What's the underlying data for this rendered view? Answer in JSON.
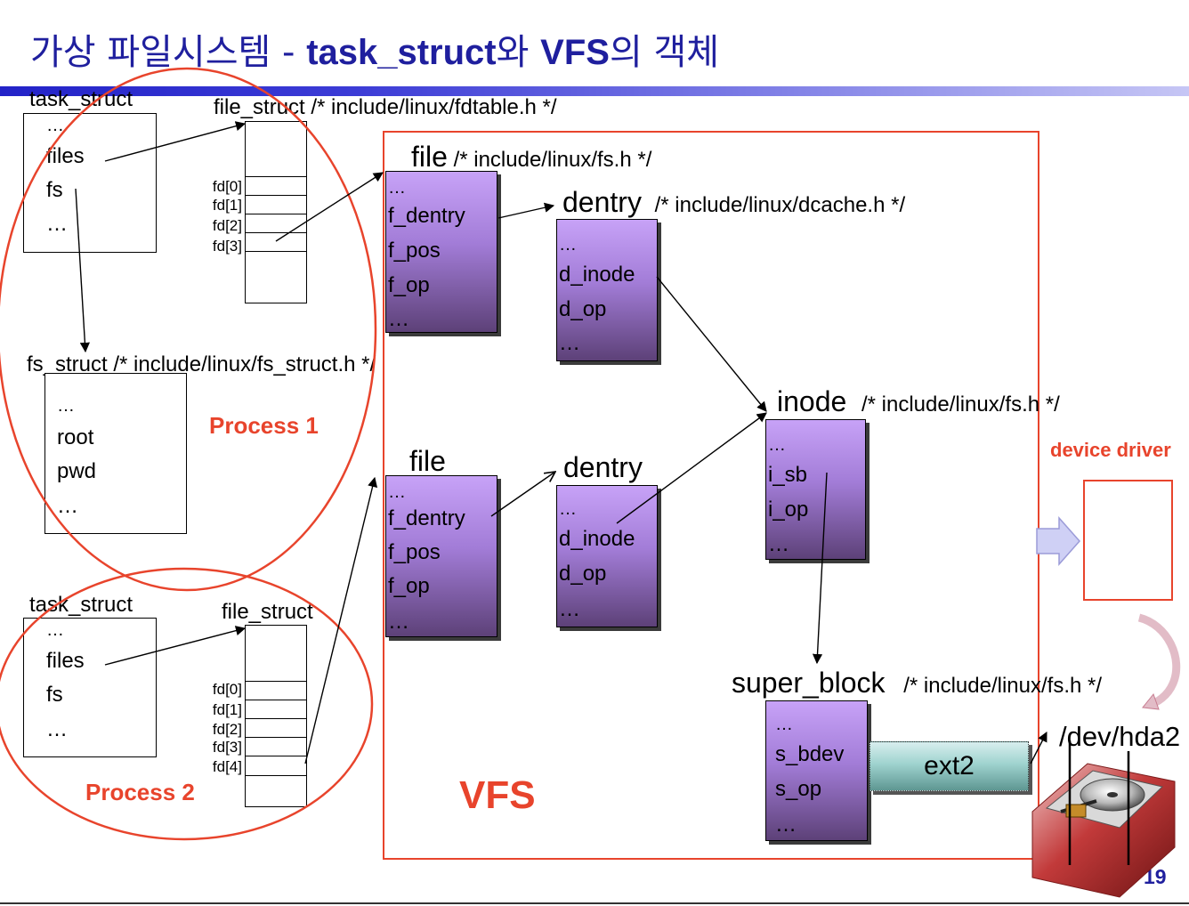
{
  "title": {
    "prefix": "가상 파일시스템 - ",
    "bold1": "task_struct",
    "mid": "와 ",
    "bold2": "VFS",
    "suffix": "의 객체"
  },
  "process1": {
    "task_struct_label": "task_struct",
    "task_items": [
      "…",
      "files",
      "fs",
      "…"
    ],
    "file_struct_label": "file_struct /* include/linux/fdtable.h */",
    "fd_labels": [
      "fd[0]",
      "fd[1]",
      "fd[2]",
      "fd[3]"
    ],
    "fs_struct_label": "fs_struct /* include/linux/fs_struct.h */",
    "fs_items": [
      "…",
      "root",
      "pwd",
      "…"
    ],
    "name": "Process 1"
  },
  "process2": {
    "task_struct_label": "task_struct",
    "task_items": [
      "…",
      "files",
      "fs",
      "…"
    ],
    "file_struct_label": "file_struct",
    "fd_labels": [
      "fd[0]",
      "fd[1]",
      "fd[2]",
      "fd[3]",
      "fd[4]"
    ],
    "name": "Process 2"
  },
  "vfs": {
    "label": "VFS",
    "file1": {
      "name": "file",
      "comment": "/* include/linux/fs.h */",
      "items": [
        "…",
        "f_dentry",
        "f_pos",
        "f_op",
        "…"
      ]
    },
    "file2": {
      "name": "file",
      "items": [
        "…",
        "f_dentry",
        "f_pos",
        "f_op",
        "…"
      ]
    },
    "dentry1": {
      "name": "dentry",
      "comment": "/* include/linux/dcache.h */",
      "items": [
        "…",
        "d_inode",
        "d_op",
        "…"
      ]
    },
    "dentry2": {
      "name": "dentry",
      "items": [
        "…",
        "d_inode",
        "d_op",
        "…"
      ]
    },
    "inode": {
      "name": "inode",
      "comment": "/* include/linux/fs.h */",
      "items": [
        "…",
        "i_sb",
        "i_op",
        "…"
      ]
    },
    "super_block": {
      "name": "super_block",
      "comment": "/* include/linux/fs.h */",
      "items": [
        "…",
        "s_bdev",
        "s_op",
        "…"
      ]
    },
    "fs_type": "ext2"
  },
  "device_driver": "device driver",
  "device": "/dev/hda2",
  "page_number": "19",
  "colors": {
    "title": "#1f1f9e",
    "accent_red": "#e8442c",
    "struct_fill": "#a27cd7",
    "ext2_fill": "#9fd3cf"
  }
}
